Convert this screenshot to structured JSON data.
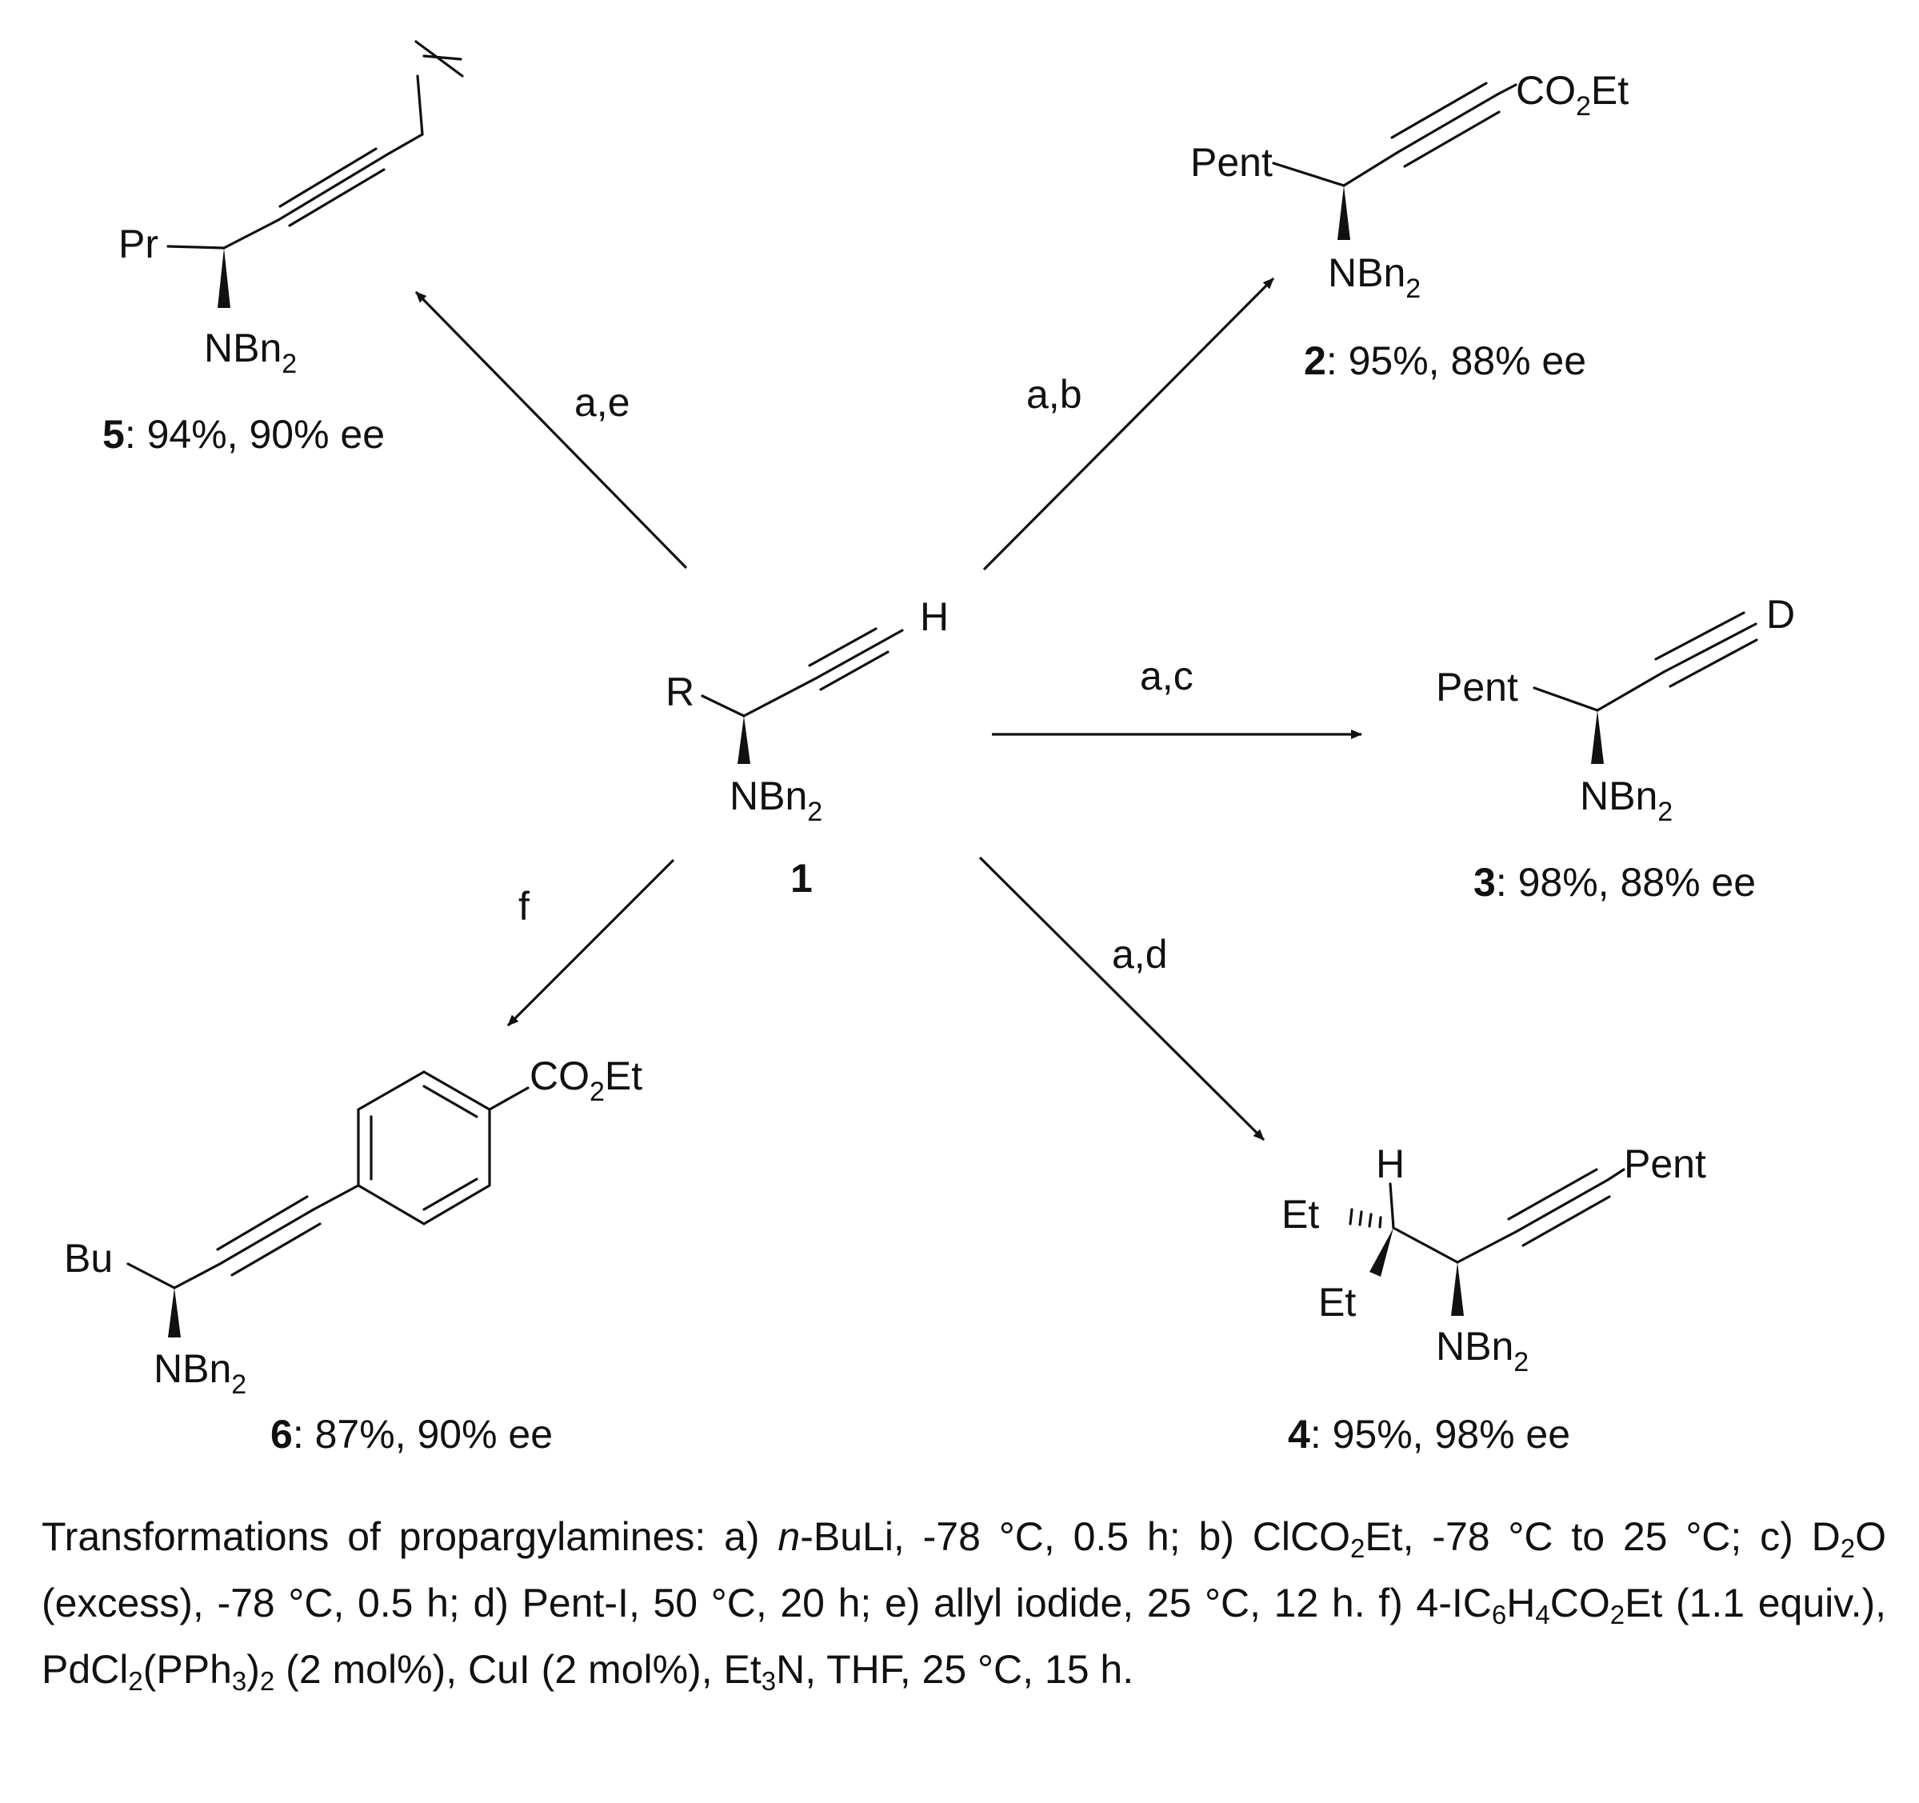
{
  "compounds": {
    "c1": {
      "substituent": "R",
      "terminus": "H",
      "amine": "NBn",
      "amine_sub": "2",
      "number": "1"
    },
    "c2": {
      "substituent": "Pent",
      "terminus": "CO",
      "terminus_sub": "2",
      "terminus_tail": "Et",
      "amine": "NBn",
      "amine_sub": "2",
      "number": "2",
      "result": ": 95%, 88% ee"
    },
    "c3": {
      "substituent": "Pent",
      "terminus": "D",
      "amine": "NBn",
      "amine_sub": "2",
      "number": "3",
      "result": ": 98%, 88% ee"
    },
    "c4": {
      "terminus": "Pent",
      "h": "H",
      "et_hash": "Et",
      "et_wedge": "Et",
      "amine": "NBn",
      "amine_sub": "2",
      "number": "4",
      "result": ": 95%, 98% ee"
    },
    "c5": {
      "substituent": "Pr",
      "amine": "NBn",
      "amine_sub": "2",
      "number": "5",
      "result": ": 94%, 90% ee"
    },
    "c6": {
      "substituent": "Bu",
      "terminus": "CO",
      "terminus_sub": "2",
      "terminus_tail": "Et",
      "amine": "NBn",
      "amine_sub": "2",
      "number": "6",
      "result": ": 87%, 90% ee"
    }
  },
  "arrows": {
    "to5": "a,e",
    "to2": "a,b",
    "to3": "a,c",
    "to4": "a,d",
    "to6": "f"
  },
  "caption": {
    "p01": "Transformations of propargylamines: a) ",
    "p02": "n",
    "p03": "-BuLi, -78 °C, 0.5 h; b) ClCO",
    "p04": "2",
    "p05": "Et, -78 °C to 25 °C; c) D",
    "p06": "2",
    "p07": "O (excess), -78 °C, 0.5 h; d) Pent-I, 50 °C, 20 h; e) allyl iodide, 25 °C, 12 h. f) 4-IC",
    "p08": "6",
    "p09": "H",
    "p10": "4",
    "p11": "CO",
    "p12": "2",
    "p13": "Et (1.1 equiv.), PdCl",
    "p14": "2",
    "p15": "(PPh",
    "p16": "3",
    "p17": ")",
    "p18": "2",
    "p19": " (2 mol%), CuI (2 mol%), Et",
    "p20": "3",
    "p21": "N, THF, 25 °C, 15 h."
  }
}
